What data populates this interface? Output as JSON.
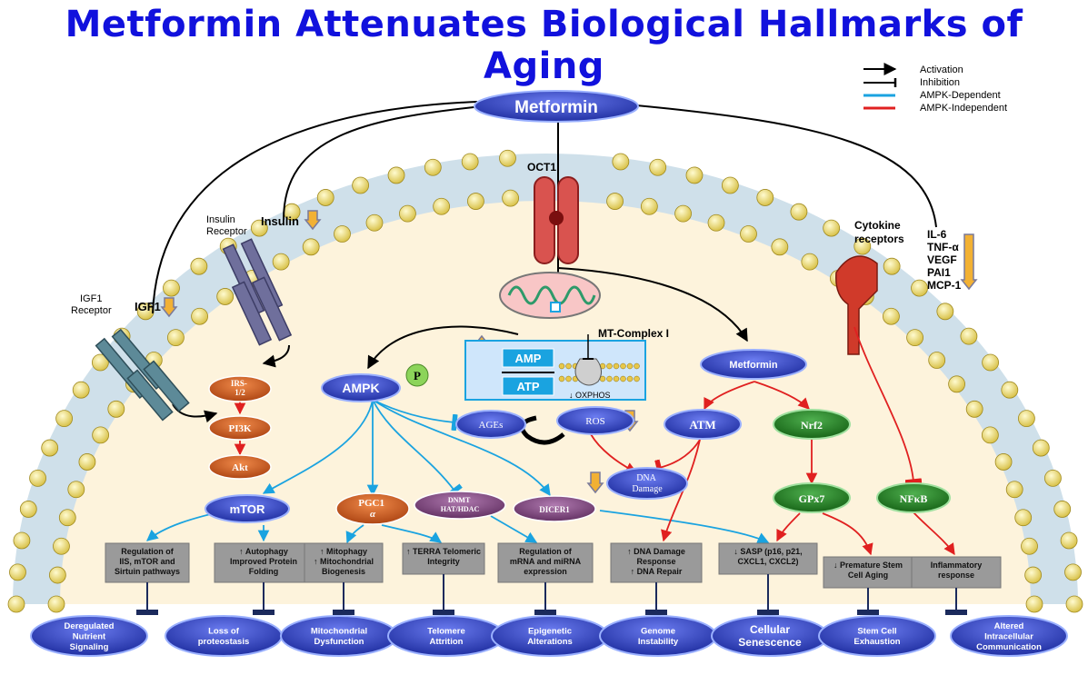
{
  "title": "Metformin Attenuates Biological Hallmarks of Aging",
  "legend": {
    "activation": "Activation",
    "inhibition": "Inhibition",
    "ampk_dependent": "AMPK-Dependent",
    "ampk_independent": "AMPK-Independent"
  },
  "colors": {
    "ampk_dependent": "#1aa3e0",
    "ampk_independent": "#e02020",
    "node_blue": "#2d3fbf",
    "node_orange": "#c8511a",
    "node_green": "#1e7a1e",
    "node_purple": "#7a3f7a",
    "box_gray": "#9a9a9a"
  },
  "nodes": {
    "metformin_top": "Metformin",
    "oct1": "OCT1",
    "insulin_receptor": "Insulin Receptor",
    "insulin": "Insulin",
    "igf1_receptor": "IGF1 Receptor",
    "igf1": "IGF1",
    "cytokine_receptors": "Cytokine receptors",
    "cytokines": [
      "IL-6",
      "TNF-α",
      "VEGF",
      "PAI1",
      "MCP-1"
    ],
    "mt_complex": "MT-Complex I",
    "amp": "AMP",
    "atp": "ATP",
    "oxphos": "↓ OXPHOS",
    "ampk": "AMPK",
    "p": "P",
    "irs": "IRS-1/2",
    "pi3k": "PI3K",
    "akt": "Akt",
    "mtor": "mTOR",
    "pgc1": "PGC1 α",
    "dnmt": "DNMT HAT/HDAC",
    "dicer": "DICER1",
    "ages": "AGEs",
    "ros": "ROS",
    "dna_damage": "DNA Damage",
    "metformin_inner": "Metformin",
    "atm": "ATM",
    "nrf2": "Nrf2",
    "gpx7": "GPx7",
    "nfkb": "NFκB"
  },
  "effects": [
    "Regulation of IIS, mTOR and Sirtuin pathways",
    "↑ Autophagy Improved Protein Folding",
    "↑ Mitophagy ↑ Mitochondrial Biogenesis",
    "↑ TERRA Telomeric Integrity",
    "Regulation of mRNA and miRNA expression",
    "↑ DNA Damage Response ↑ DNA Repair",
    "↓ SASP (p16, p21, CXCL1, CXCL2)",
    "↓ Premature Stem Cell Aging",
    "Inflammatory response"
  ],
  "hallmarks": [
    "Deregulated Nutrient Signaling",
    "Loss of proteostasis",
    "Mitochondrial Dysfunction",
    "Telomere Attrition",
    "Epigenetic Alterations",
    "Genome Instability",
    "Cellular Senescence",
    "Stem Cell Exhaustion",
    "Altered Intracellular Communication"
  ]
}
